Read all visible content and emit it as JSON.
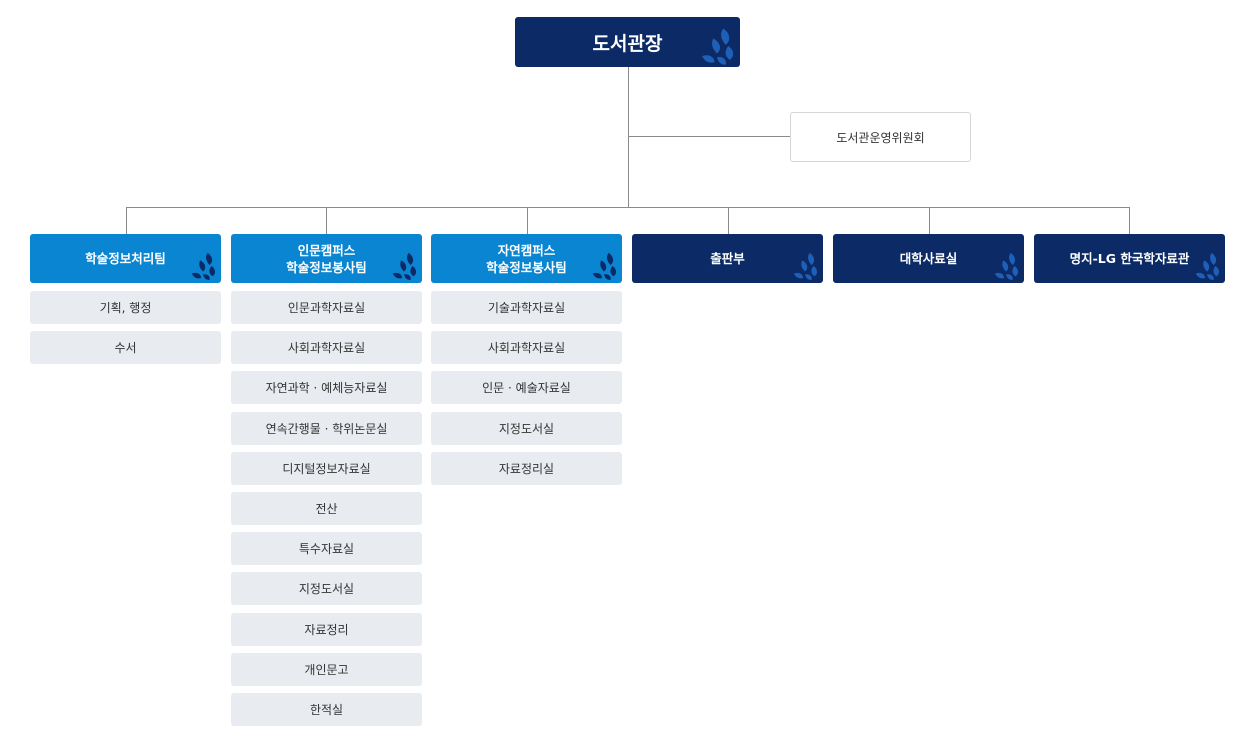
{
  "head": "도서관장",
  "committee": "도서관운영위원회",
  "departments": [
    {
      "lines": [
        "학술정보처리팀"
      ],
      "variant": "light",
      "units": [
        "기획, 행정",
        "수서"
      ]
    },
    {
      "lines": [
        "인문캠퍼스",
        "학술정보봉사팀"
      ],
      "variant": "light",
      "units": [
        "인문과학자료실",
        "사회과학자료실",
        "자연과학 · 예체능자료실",
        "연속간행물 · 학위논문실",
        "디지털정보자료실",
        "전산",
        "특수자료실",
        "지정도서실",
        "자료정리",
        "개인문고",
        "한적실"
      ]
    },
    {
      "lines": [
        "자연캠퍼스",
        "학술정보봉사팀"
      ],
      "variant": "light",
      "units": [
        "기술과학자료실",
        "사회과학자료실",
        "인문 · 예술자료실",
        "지정도서실",
        "자료정리실"
      ]
    },
    {
      "lines": [
        "출판부"
      ],
      "variant": "dark",
      "units": []
    },
    {
      "lines": [
        "대학사료실"
      ],
      "variant": "dark",
      "units": []
    },
    {
      "lines": [
        "명지-LG 한국학자료관"
      ],
      "variant": "dark",
      "units": []
    }
  ],
  "colors": {
    "navy": "#0b2a66",
    "blue": "#0a85d1",
    "sub_bg": "#e8ebf0"
  }
}
